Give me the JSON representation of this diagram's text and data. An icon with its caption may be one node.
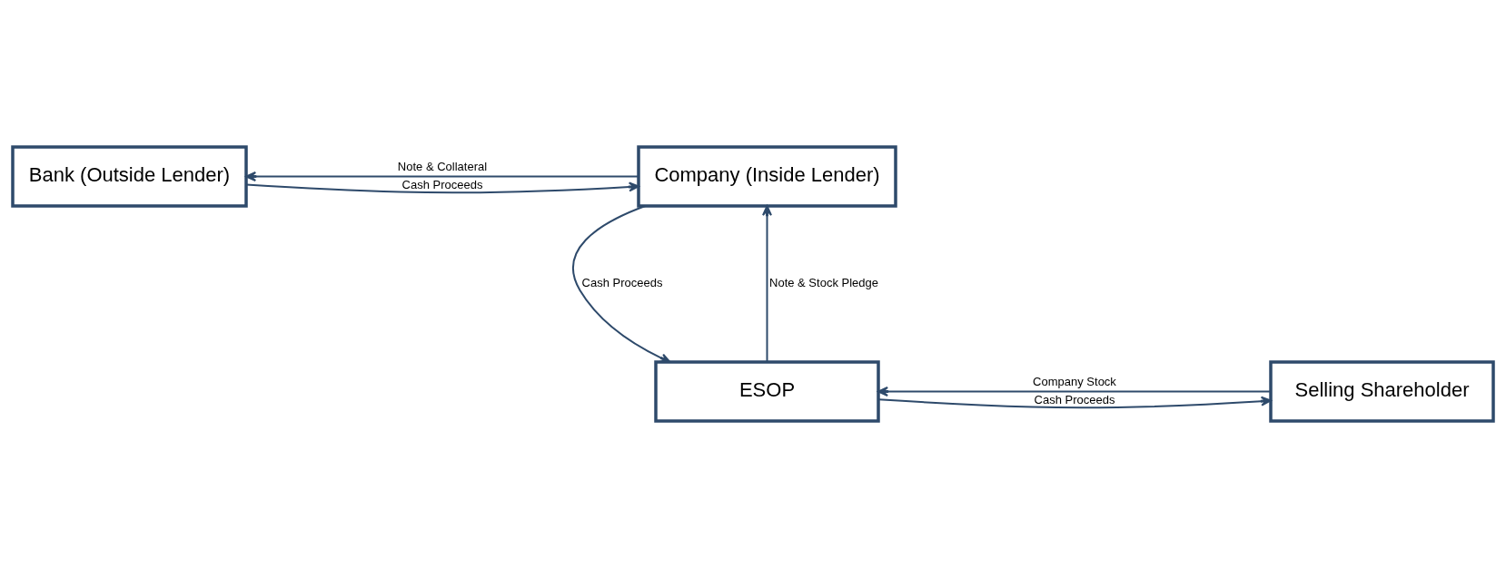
{
  "diagram": {
    "nodes": [
      {
        "text": [
          "Bank (Outside Lender)"
        ]
      },
      {
        "text": [
          "Company (Inside Lender)"
        ]
      },
      {
        "text": [
          "Selling Shareholder"
        ]
      },
      {
        "text": [
          "ESOP"
        ]
      }
    ],
    "edges": [
      {
        "from": 1,
        "to": 0,
        "arrow": "to",
        "label": "Note & Collateral"
      },
      {
        "from": 0,
        "to": 1,
        "arrow": "to",
        "label": "Cash Proceeds"
      },
      {
        "from": 1,
        "to": 3,
        "arrow": "to",
        "label": "Cash Proceeds"
      },
      {
        "from": 3,
        "to": 1,
        "arrow": "to",
        "label": "Note & Stock Pledge"
      },
      {
        "from": 3,
        "to": 2,
        "arrow": "to",
        "label": "Cash Proceeds"
      },
      {
        "from": 2,
        "to": 3,
        "arrow": "to",
        "label": "Company Stock"
      }
    ]
  }
}
